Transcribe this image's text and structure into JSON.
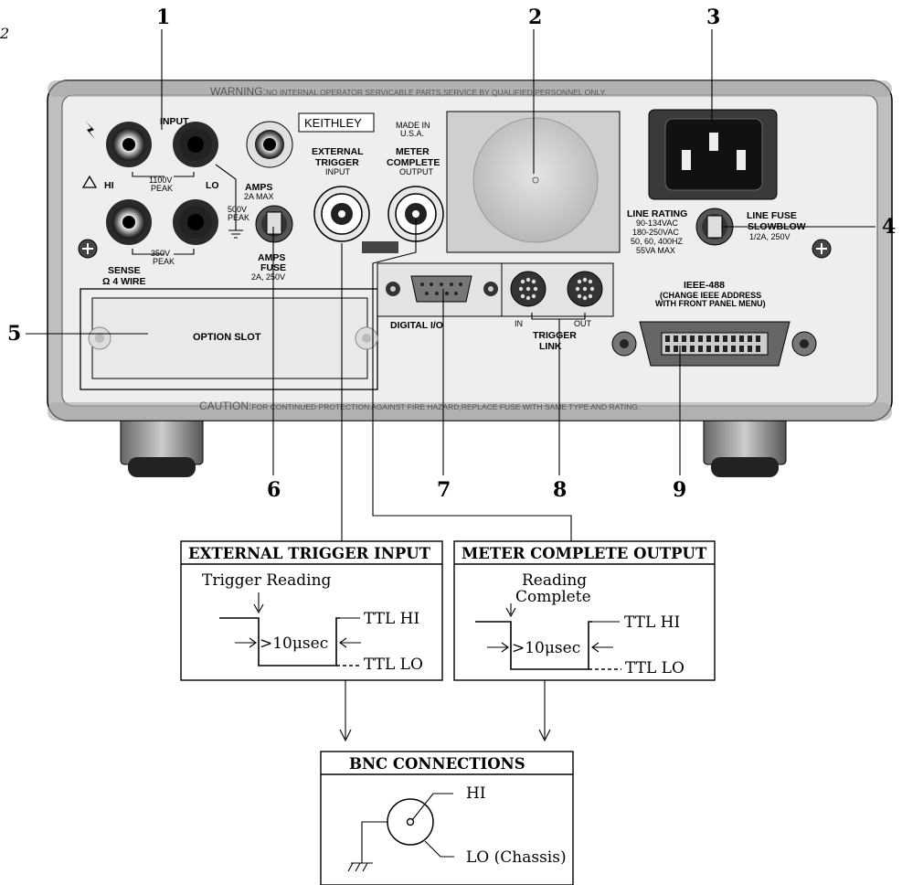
{
  "corner_label": "2",
  "callouts": [
    "1",
    "2",
    "3",
    "4",
    "5",
    "6",
    "7",
    "8",
    "9"
  ],
  "panel": {
    "warning_strong": "WARNING:",
    "warning_rest": "NO INTERNAL OPERATOR SERVICABLE PARTS,SERVICE BY QUALIFIED PERSONNEL ONLY.",
    "caution_strong": "CAUTION:",
    "caution_rest": "FOR CONTINUED PROTECTION AGAINST FIRE HAZARD,REPLACE FUSE WITH SAME TYPE AND RATING.",
    "input": "INPUT",
    "hi": "HI",
    "lo": "LO",
    "peak_1100_a": "1100V",
    "peak_1100_b": "PEAK",
    "peak_500_a": "500V",
    "peak_500_b": "PEAK",
    "peak_350_a": "350V",
    "peak_350_b": "PEAK",
    "sense_a": "SENSE",
    "sense_b": "Ω 4 WIRE",
    "amps": "AMPS",
    "amps_max": "2A MAX",
    "amps_fuse_a": "AMPS",
    "amps_fuse_b": "FUSE",
    "amps_fuse_c": "2A, 250V",
    "brand": "KEITHLEY",
    "made_in_a": "MADE IN",
    "made_in_b": "U.S.A.",
    "ext_trig_a": "EXTERNAL",
    "ext_trig_b": "TRIGGER",
    "ext_trig_c": "INPUT",
    "meter_a": "METER",
    "meter_b": "COMPLETE",
    "meter_c": "OUTPUT",
    "line_rating": "LINE RATING",
    "line_rating_1": "90-134VAC",
    "line_rating_2": "180-250VAC",
    "line_rating_3": "50, 60, 400HZ",
    "line_rating_4": "55VA MAX",
    "line_fuse_a": "LINE FUSE",
    "line_fuse_b": "SLOWBLOW",
    "line_fuse_c": "1/2A, 250V",
    "option_slot": "OPTION SLOT",
    "digital_io": "DIGITAL I/O",
    "in": "IN",
    "out": "OUT",
    "trigger_a": "TRIGGER",
    "trigger_b": "LINK",
    "ieee_a": "IEEE-488",
    "ieee_b": "(CHANGE IEEE ADDRESS",
    "ieee_c": "WITH FRONT PANEL MENU)"
  },
  "ext_box": {
    "title": "EXTERNAL TRIGGER INPUT",
    "label": "Trigger Reading",
    "ttl_hi": "TTL HI",
    "ttl_lo": "TTL LO",
    "pulse": ">10μsec"
  },
  "meter_box": {
    "title": "METER COMPLETE OUTPUT",
    "label_a": "Reading",
    "label_b": "Complete",
    "ttl_hi": "TTL HI",
    "ttl_lo": "TTL LO",
    "pulse": ">10μsec"
  },
  "bnc_box": {
    "title": "BNC CONNECTIONS",
    "hi": "HI",
    "lo": "LO (Chassis)"
  }
}
